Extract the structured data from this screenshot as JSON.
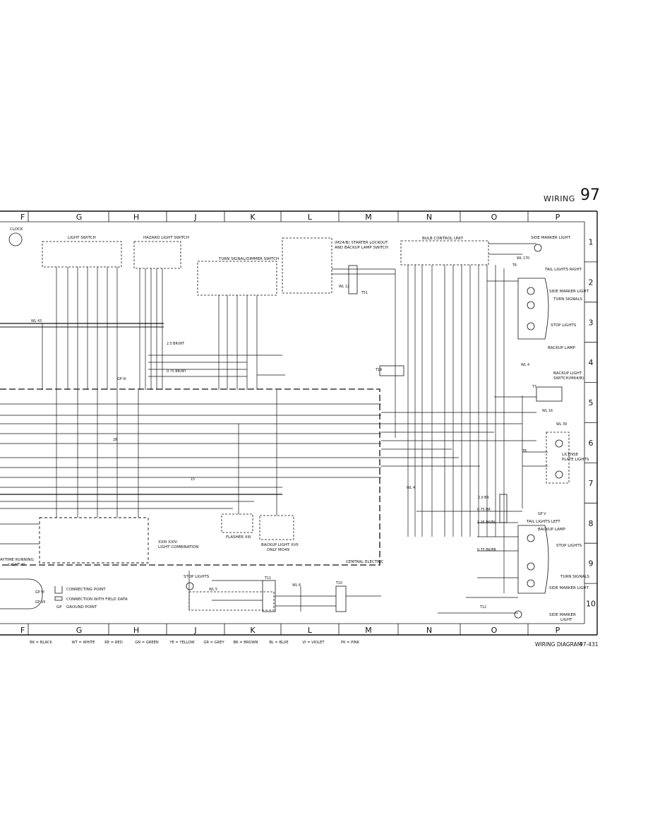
{
  "header": {
    "title": "WIRING",
    "page_number": "97"
  },
  "footer": {
    "title": "WIRING DIAGRAM",
    "diagram_number": "97-431"
  },
  "grid": {
    "columns": [
      "F",
      "G",
      "H",
      "J",
      "K",
      "L",
      "M",
      "N",
      "O",
      "P"
    ],
    "rows": [
      "1",
      "2",
      "3",
      "4",
      "5",
      "6",
      "7",
      "8",
      "9",
      "10"
    ]
  },
  "legend": {
    "connecting_point": "CONNECTING POINT",
    "connection_field": "CONNECTION WITH FIELD DATA",
    "ground_point_code": "GP",
    "ground_point": "GROUND POINT"
  },
  "color_codes": [
    "BK = BLACK",
    "WT = WHITE",
    "RE = RED",
    "GN = GREEN",
    "YE = YELLOW",
    "GR = GREY",
    "BR = BROWN",
    "BL = BLUE",
    "VI = VIOLET",
    "PK = PINK"
  ],
  "components": {
    "clock": "CLOCK",
    "light_switch": "LIGHT SWITCH",
    "hazard_switch": "HAZARD LIGHT SWITCH",
    "turn_signal_switch": "TURN SIGNAL/DIMMER SWITCH",
    "starter_lockout": "(M24/B) STARTER LOCKOUT",
    "starter_lockout_2": "AND BACKUP LAMP SWITCH",
    "bulb_control": "BULB CONTROL UNIT",
    "side_marker_top": "SIDE MARKER LIGHT",
    "tail_right": "TAIL LIGHTS RIGHT",
    "side_marker_r": "SIDE MARKER LIGHT",
    "turn_signals_r": "TURN SIGNALS",
    "stop_lights_r": "STOP LIGHTS",
    "backup_lamp_r": "BACKUP LAMP",
    "backup_switch": "BACKUP LIGHT",
    "backup_switch_2": "SWITCH(M64/B)",
    "license_plate": "LICENSE",
    "license_plate_2": "PLATE LIGHTS",
    "tail_left": "TAIL LIGHTS LEFT",
    "backup_lamp_l": "BACKUP LAMP",
    "stop_lights_l": "STOP LIGHTS",
    "turn_signals_l": "TURN SIGNALS",
    "side_marker_l": "SIDE MARKER LIGHT",
    "side_marker_bottom": "SIDE MARKER",
    "side_marker_bottom_2": "LIGHT",
    "flasher": "FLASHER XIII",
    "backup_light": "BACKUP LIGHT XVII",
    "backup_light_2": "ONLY MO49",
    "light_combination": "LIGHT COMBINATION",
    "light_combination_id": "XXIII XXIV",
    "central_electric": "CENTRAL ELECTRIC",
    "stop_lights_c": "STOP LIGHTS",
    "daytime_running": "AYTIME RUNNING",
    "daytime_running_2": "LIGHT III"
  },
  "tags": {
    "wl43": "WL 43",
    "wl12": "WL 12",
    "t51": "T51",
    "wl170": "WL 170",
    "t6": "T6",
    "wl4a": "WL 4",
    "t19": "T19",
    "t7": "T7",
    "wl16": "WL 16",
    "wl39": "WL 39",
    "t8": "T8",
    "wl4b": "WL 4",
    "gpv": "GP V",
    "t12": "T12",
    "wl5": "WL 5",
    "t11": "T11",
    "wl8": "WL 8",
    "t10": "T10",
    "gp3": "GP III",
    "gp6": "GP VI",
    "gp7": "GP VII",
    "wire_20br": "2.0 BR",
    "wire_075br": "0.75 BR",
    "wire_075bk": "0.75 BK/BR",
    "wire_125": "1.25 BK/BL",
    "wire_25": "2.5 BR/WT",
    "wire_075s": "0.75 BR/WT",
    "pin15": "15",
    "pin28": "28"
  }
}
